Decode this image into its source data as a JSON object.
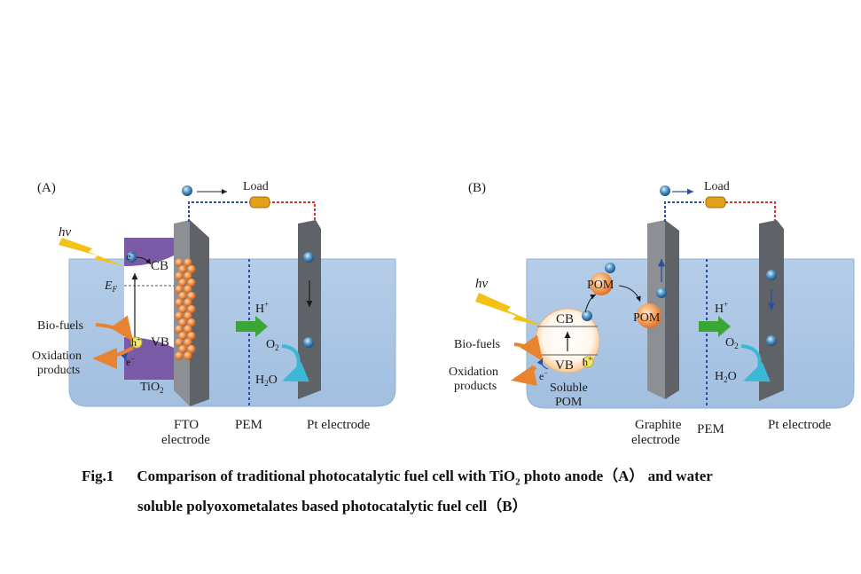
{
  "colors": {
    "water": "#a9c4e2",
    "water_edge": "#7ea5cf",
    "electrode_dark": "#5f6266",
    "electrode_light": "#8c8f93",
    "tio2": "#7a5aa6",
    "pem": "#2a4fa0",
    "wire_blue": "#2a4fa0",
    "wire_red": "#d4372f",
    "load": "#e3a11a",
    "bolt": "#f2c314",
    "particle": "#f08a3c",
    "arrow_green": "#3aa635",
    "arrow_orange": "#e8842f",
    "arrow_cyan": "#3bb8d6"
  },
  "panelA": {
    "tag": "(A)",
    "hv": "hν",
    "load": "Load",
    "electron": "e",
    "electron_sup": "−",
    "cb": "CB",
    "vb": "VB",
    "ef": "E",
    "ef_sub": "F",
    "hole": "h",
    "hole_sup": "+",
    "biofuels": "Bio-fuels",
    "oxidation1": "Oxidation",
    "oxidation2": "products",
    "tio2": "TiO",
    "tio2_sub": "2",
    "hplus": "H",
    "hplus_sup": "+",
    "o2": "O",
    "o2_sub": "2",
    "h2o": "H",
    "h2o_sub": "2",
    "h2o_tail": "O",
    "fto1": "FTO",
    "fto2": "electrode",
    "pem": "PEM",
    "pt": "Pt electrode"
  },
  "panelB": {
    "tag": "(B)",
    "hv": "hν",
    "load": "Load",
    "cb": "CB",
    "vb": "VB",
    "pom": "POM",
    "hole": "h",
    "hole_sup": "+",
    "electron": "e",
    "electron_sup": "−",
    "biofuels": "Bio-fuels",
    "oxidation1": "Oxidation",
    "oxidation2": "products",
    "soluble1": "Soluble",
    "soluble2": "POM",
    "hplus": "H",
    "hplus_sup": "+",
    "o2": "O",
    "o2_sub": "2",
    "h2o": "H",
    "h2o_sub": "2",
    "h2o_tail": "O",
    "graphite1": "Graphite",
    "graphite2": "electrode",
    "pem": "PEM",
    "pt": "Pt electrode"
  },
  "caption": {
    "fig_label": "Fig.1",
    "line1_a": "Comparison of traditional photocatalytic fuel cell with TiO",
    "line1_sub": "2",
    "line1_b": " photo anode（A） and water",
    "line2": "soluble polyoxometalates based photocatalytic fuel cell（B）"
  }
}
